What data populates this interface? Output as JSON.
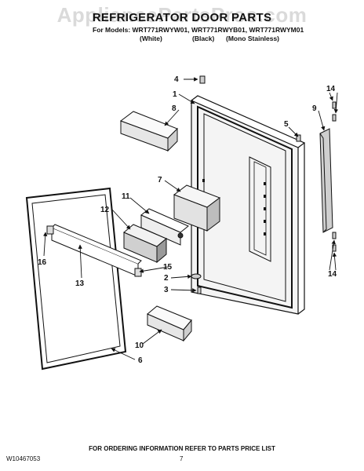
{
  "header": {
    "watermark": "AppliancePartsPros.com",
    "title": "REFRIGERATOR DOOR PARTS",
    "models_line": "For Models: WRT771RWYW01, WRT771RWYB01, WRT771RWYM01",
    "variants": [
      "(White)",
      "(Black)",
      "(Mono Stainless)"
    ]
  },
  "callouts": {
    "c1": "1",
    "c2": "2",
    "c3": "3",
    "c4": "4",
    "c5": "5",
    "c6": "6",
    "c7": "7",
    "c8": "8",
    "c9": "9",
    "c10": "10",
    "c11": "11",
    "c12": "12",
    "c13": "13",
    "c14a": "14",
    "c14b": "14",
    "c15": "15",
    "c16": "16"
  },
  "footer": {
    "ordering_note": "FOR ORDERING INFORMATION REFER TO PARTS PRICE LIST",
    "doc_number": "W10467053",
    "page_number": "7"
  }
}
